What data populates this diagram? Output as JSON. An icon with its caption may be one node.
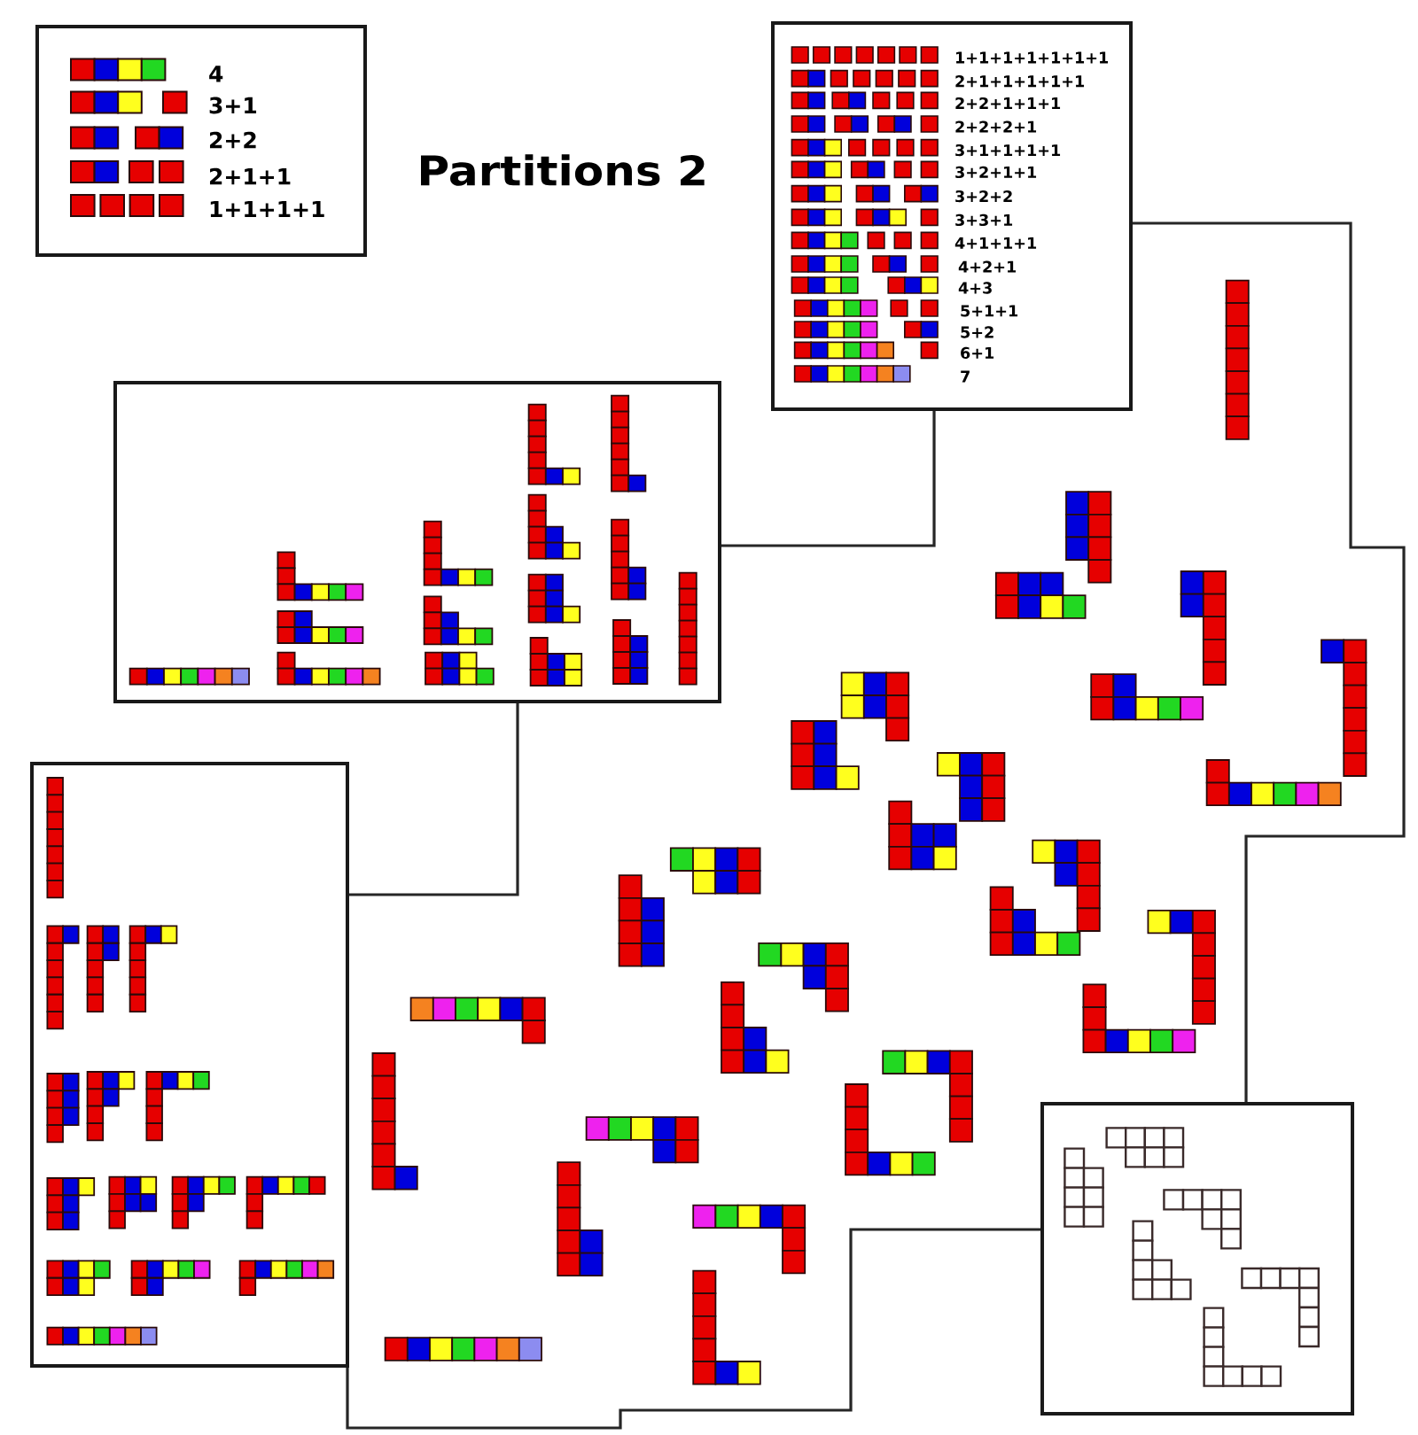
{
  "diagram": {
    "title": "Partitions 2",
    "nodes": [
      {
        "text": [
          "4",
          "3+1",
          "2+2",
          "2+1+1",
          "1+1+1+1"
        ]
      },
      {
        "text": [
          "1+1+1+1+1+1+1",
          "2+1+1+1+1+1",
          "2+2+1+1+1",
          "2+2+2+1",
          "3+1+1+1+1",
          "3+2+1+1",
          "3+2+2",
          "3+3+1",
          "4+1+1+1",
          "4+2+1",
          "4+3",
          "5+1+1",
          "5+2",
          "6+1",
          "7"
        ]
      },
      {
        "text": [],
        "shape": "box"
      },
      {
        "text": [],
        "shape": "box"
      },
      {
        "text": [],
        "shape": "box"
      }
    ]
  }
}
